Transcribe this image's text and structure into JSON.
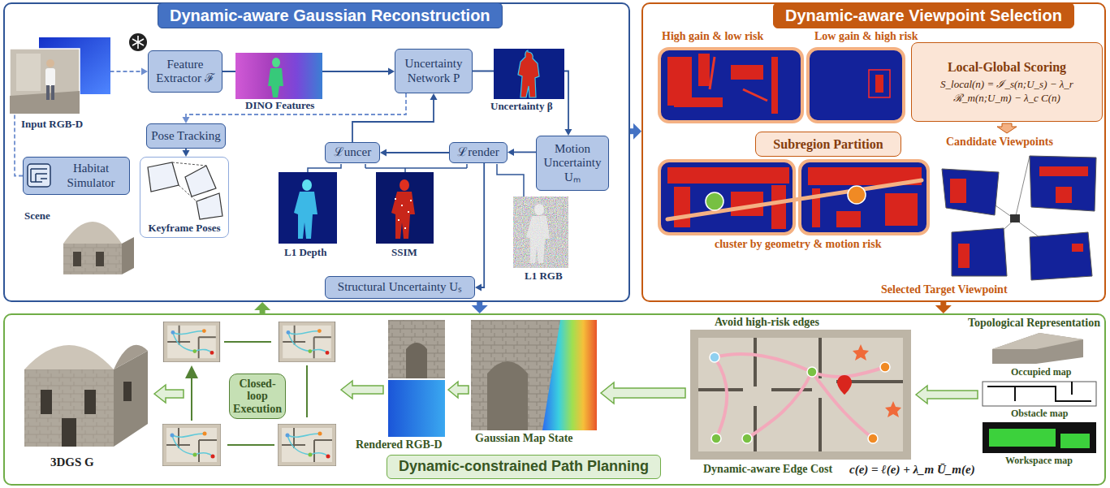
{
  "diagram": {
    "nodes": [
      {
        "text": [
          "Dynamic-aware Gaussian Reconstruction"
        ]
      },
      {
        "text": [
          "Feature Extractor ℱ"
        ],
        "in": 0
      },
      {
        "text": [
          "Uncertainty Network P"
        ],
        "in": 0
      },
      {
        "text": [
          "Pose Tracking"
        ],
        "in": 0
      },
      {
        "text": [
          "Keyframe Poses"
        ],
        "in": 0
      },
      {
        "text": [
          "ℒuncer"
        ],
        "in": 0
      },
      {
        "text": [
          "ℒrender"
        ],
        "in": 0
      },
      {
        "text": [
          "Motion Uncertainty Uₘ"
        ],
        "in": 0
      },
      {
        "text": [
          "Habitat Simulator"
        ],
        "in": 0
      },
      {
        "text": [
          "Structural Uncertainty Uₛ"
        ],
        "in": 0
      },
      {
        "text": [
          "Dynamic-aware Viewpoint Selection"
        ]
      },
      {
        "text": [
          "Local-Global Scoring",
          "S_local(n) = ℐ_s(n;U_s) − λ_r ℛ_m(n;U_m) − λ_c C(n)"
        ],
        "in": 10
      },
      {
        "text": [
          "Subregion Partition"
        ],
        "in": 10
      },
      {
        "text": [
          "Dynamic-constrained Path Planning"
        ]
      },
      {
        "text": [
          "Closed-loop Execution"
        ],
        "in": 13
      }
    ],
    "edges": [
      {
        "from": 1,
        "to": 2,
        "arrow": "to"
      },
      {
        "from": 8,
        "to": 1,
        "arrow": "to"
      },
      {
        "from": 2,
        "to": 7,
        "arrow": "to"
      },
      {
        "from": 5,
        "to": 2,
        "arrow": "to"
      },
      {
        "from": 2,
        "to": 3,
        "arrow": "to"
      },
      {
        "from": 3,
        "to": 4,
        "arrow": "to"
      },
      {
        "from": 7,
        "to": 6,
        "arrow": "to"
      },
      {
        "from": 6,
        "to": 5,
        "arrow": "to"
      },
      {
        "from": 6,
        "to": 9,
        "arrow": "to"
      },
      {
        "from": 0,
        "to": 10,
        "arrow": "to"
      },
      {
        "from": 10,
        "to": 13,
        "arrow": "to"
      },
      {
        "from": 13,
        "to": 0,
        "arrow": "to"
      },
      {
        "from": 0,
        "to": 13,
        "arrow": "to"
      }
    ],
    "labels": [
      "Input RGB-D",
      "DINO Features",
      "Uncertainty β",
      "Scene",
      "L1 Depth",
      "SSIM",
      "L1 RGB",
      "High gain & low risk",
      "Low gain & high risk",
      "Candidate Viewpoints",
      "cluster by geometry & motion risk",
      "Selected Target Viewpoint",
      "3DGS G",
      "Rendered RGB-D",
      "Gaussian Map State",
      "Avoid high-risk edges",
      "Dynamic-aware Edge Cost",
      "c(e) = ℓ(e) + λ_m Ū_m(e)",
      "Topological Representation",
      "Occupied map",
      "Obstacle map",
      "Workspace map"
    ]
  }
}
